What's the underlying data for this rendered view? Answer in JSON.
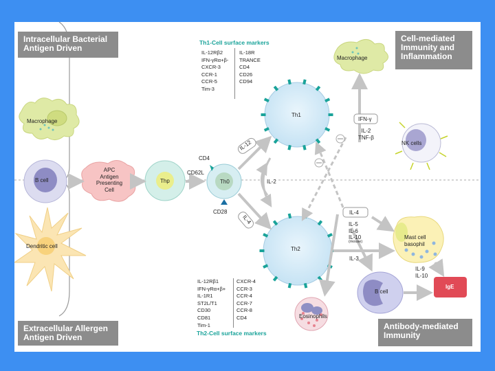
{
  "corners": {
    "top_left": "Intracellular Bacterial\nAntigen Driven",
    "top_right": "Cell-mediated\nImmunity and\nInflammation",
    "bottom_left": "Extracellular Allergen\nAntigen Driven",
    "bottom_right": "Antibody-mediated\nImmunity"
  },
  "cells": {
    "macrophage_left": "Macrophage",
    "b_cell_left": "B cell",
    "dendritic": "Dendritic cell",
    "apc": "APC\nAntigen\nPresenting\nCell",
    "thp": "Thp",
    "th0": "Th0",
    "th1": "Th1",
    "th2": "Th2",
    "macrophage_right": "Macrophage",
    "nk": "NK cells",
    "mast": "Mast cell\nbasophil",
    "b_cell_right": "B cell",
    "ige": "IgE",
    "eosinophils": "Eosinophils"
  },
  "receptors": {
    "cd4": "CD4",
    "cd62l": "CD62L",
    "cd28": "CD28"
  },
  "cytokines": {
    "il12": "IL-12",
    "il2_mid": "IL-2",
    "il4_left": "IL-4",
    "ifn_gamma": "IFN-γ",
    "il2_tnf": "IL-2\nTNF-β",
    "il4_right": "IL-4",
    "il5_group": "IL-5\nIL-6\nIL-10",
    "mouse": "(mouse)",
    "il3": "IL-3",
    "il9_10": "IL-9\nIL-10"
  },
  "th1_markers": {
    "title": "Th1-Cell surface markers",
    "col1": [
      "IL-12Rβ2",
      "IFN-γRα+β-",
      "CXCR-3",
      "CCR-1",
      "CCR-5",
      "Tim-3"
    ],
    "col2": [
      "IL-18R",
      "TRANCE",
      "CD4",
      "CD26",
      "CD94"
    ]
  },
  "th2_markers": {
    "title": "Th2-Cell surface markers",
    "col1": [
      "IL-12Rβ1",
      "IFN-γRα+β+",
      "IL-1R1",
      "ST2L/T1",
      "CD30",
      "CD81",
      "Tim-1"
    ],
    "col2": [
      "CXCR-4",
      "CCR-3",
      "CCR-4",
      "CCR-7",
      "CCR-8",
      "CD4"
    ]
  },
  "colors": {
    "background": "#3d8ff2",
    "corner_box": "#8c8c8c",
    "t_cell": "#d6ecf8",
    "receptor": "#1aa39a",
    "arrow": "#c8c8c8",
    "ige": "#e14a56"
  }
}
